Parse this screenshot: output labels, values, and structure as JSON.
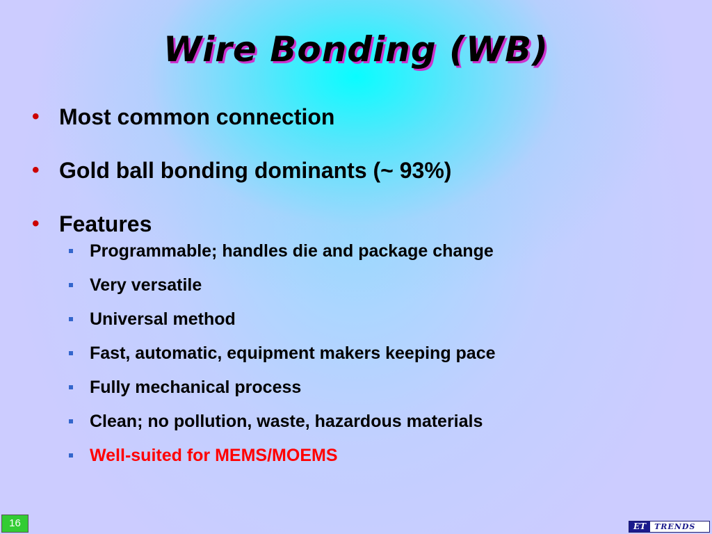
{
  "slide": {
    "title": "Wire Bonding (WB)",
    "page_number": "16"
  },
  "bullets": [
    {
      "text": "Most common connection"
    },
    {
      "text": "Gold ball bonding dominants (~ 93%)"
    },
    {
      "text": "Features"
    }
  ],
  "features": [
    {
      "text": "Programmable; handles die and package change"
    },
    {
      "text": "Very versatile"
    },
    {
      "text": "Universal method"
    },
    {
      "text": "Fast, automatic, equipment makers keeping pace"
    },
    {
      "text": "Fully mechanical process"
    },
    {
      "text": "Clean; no pollution, waste, hazardous materials"
    },
    {
      "text": "Well-suited for MEMS/MOEMS",
      "highlight": true
    }
  ],
  "logo": {
    "part1": "ET",
    "part2": "TRENDS"
  },
  "colors": {
    "background": "#ccccff",
    "title_shadow": "#cc33cc",
    "bullet_dot": "#cc0000",
    "sub_bullet": "#3366cc",
    "highlight_text": "#ff0000",
    "page_badge": "#33cc33",
    "logo_navy": "#1a1a8c"
  }
}
